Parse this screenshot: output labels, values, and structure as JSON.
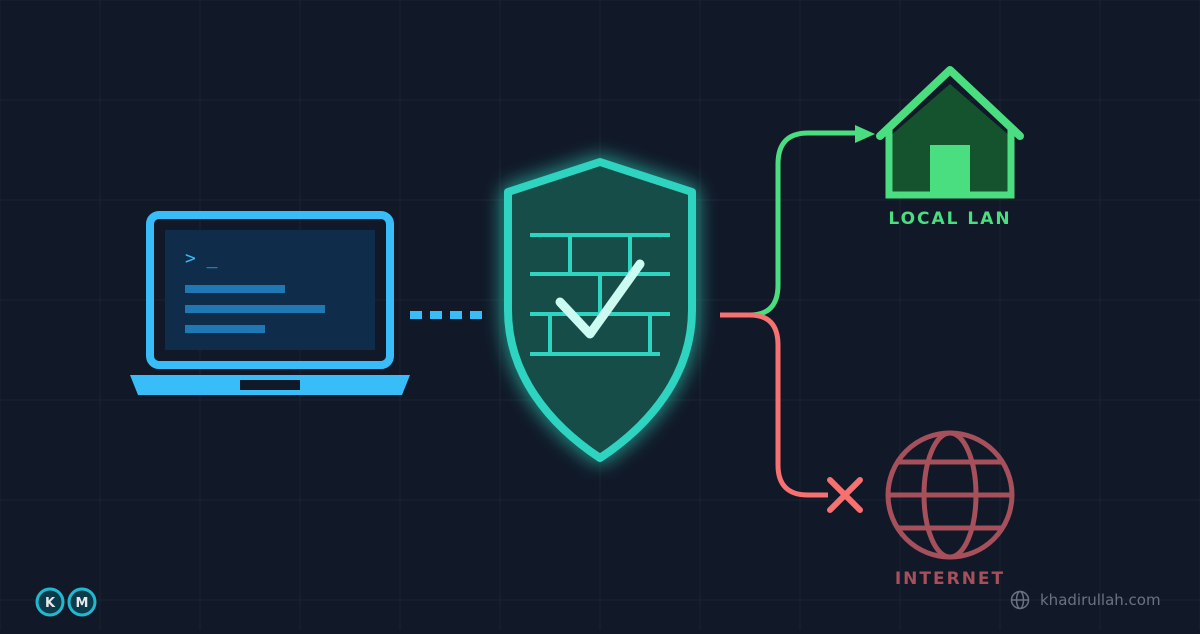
{
  "colors": {
    "background": "#111827",
    "grid": "#1b2433",
    "laptop": "#38bdf8",
    "laptop_screen": "#0f2d4a",
    "firewall_stroke": "#2dd4bf",
    "firewall_fill": "#134e4a",
    "check": "#ccfbf1",
    "allowed": "#4ade80",
    "allowed_fill": "#14532d",
    "blocked": "#f87171",
    "internet": "#a5505b",
    "footer": "#6b7280"
  },
  "icons": {
    "device": "laptop-icon",
    "firewall": "shield-firewall-icon",
    "allowed_target": "home-icon",
    "blocked_target": "globe-icon",
    "block_marker": "x-mark-icon",
    "footer": "globe-outline-icon"
  },
  "laptop": {
    "prompt": "> _"
  },
  "targets": {
    "local": {
      "label": "LOCAL LAN"
    },
    "internet": {
      "label": "INTERNET"
    }
  },
  "logo": {
    "left": "K",
    "right": "M"
  },
  "footer": {
    "site": "khadirullah.com"
  }
}
